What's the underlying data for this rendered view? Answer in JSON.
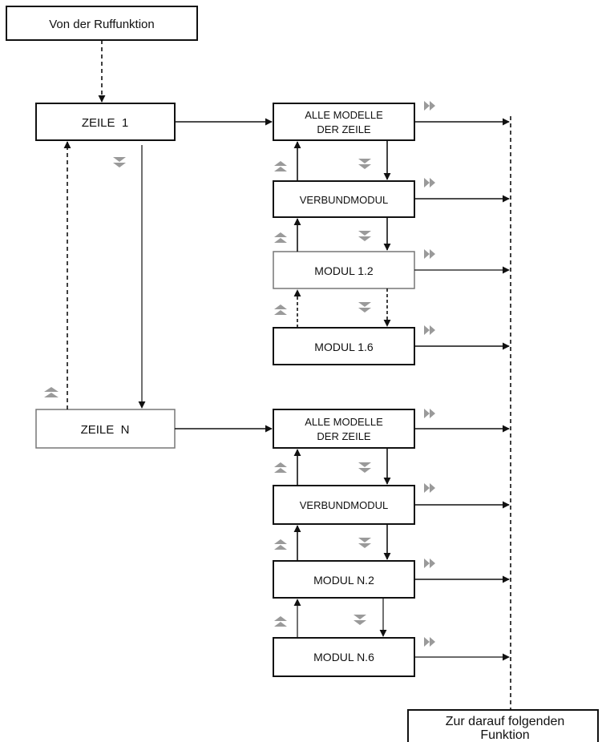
{
  "diagram": {
    "start": "Von der Ruffunktion",
    "end_line1": "Zur darauf folgenden",
    "end_line2": "Funktion",
    "row1": {
      "label": "ZEILE  1",
      "modules": [
        {
          "line1": "ALLE MODELLE",
          "line2": "DER ZEILE"
        },
        {
          "line1": "VERBUNDMODUL",
          "line2": ""
        },
        {
          "line1": "MODUL 1.2",
          "line2": ""
        },
        {
          "line1": "MODUL 1.6",
          "line2": ""
        }
      ]
    },
    "rowN": {
      "label": "ZEILE  N",
      "modules": [
        {
          "line1": "ALLE MODELLE",
          "line2": "DER ZEILE"
        },
        {
          "line1": "VERBUNDMODUL",
          "line2": ""
        },
        {
          "line1": "MODUL N.2",
          "line2": ""
        },
        {
          "line1": "MODUL N.6",
          "line2": ""
        }
      ]
    },
    "colors": {
      "line": "#111111",
      "glyph": "#9a9a9a"
    },
    "icons": [
      "right-arrow-icon",
      "down-arrow-icon",
      "up-arrow-icon"
    ]
  }
}
